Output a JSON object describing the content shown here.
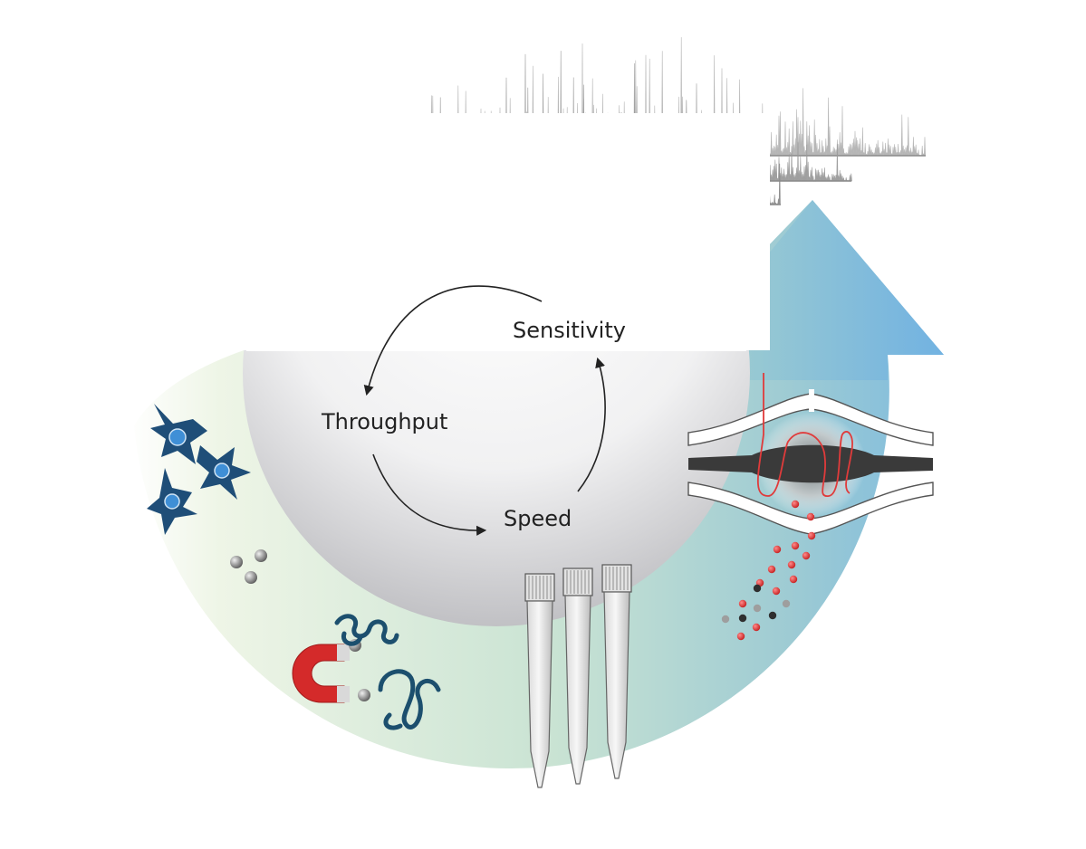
{
  "cycle": {
    "labels": {
      "sensitivity": "Sensitivity",
      "throughput": "Throughput",
      "speed": "Speed"
    }
  },
  "colors": {
    "arrow_left": "#eef5e6",
    "arrow_mid": "#c7e1d3",
    "arrow_right": "#9ecbd6",
    "arrow_head": "#7fb8dc",
    "cell": "#1f4e78",
    "nucleus": "#3f8fd6",
    "magnet_red": "#d42a2a",
    "peptide_red": "#e03b3b",
    "emitter": "#3a3a3a",
    "spectra": "#8c8c8c"
  },
  "icons": [
    "cell-icon",
    "bead-icon",
    "magnet-icon",
    "protein-icon",
    "sample-tube-icon",
    "emitter-icon",
    "peptide-ion-icon",
    "mass-spectrum-icon"
  ]
}
